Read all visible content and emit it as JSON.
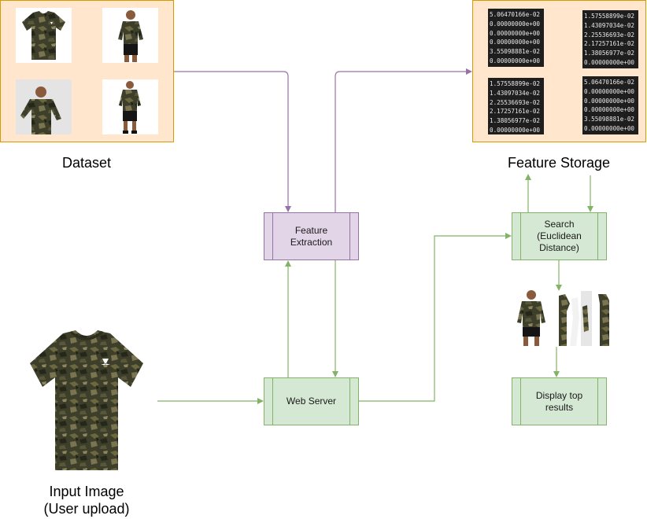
{
  "labels": {
    "dataset": "Dataset",
    "feature_storage": "Feature Storage",
    "input_image": "Input Image\n(User upload)"
  },
  "nodes": {
    "feature_extraction": "Feature\nExtraction",
    "web_server": "Web Server",
    "search": "Search\n(Euclidean\nDistance)",
    "display": "Display top\nresults"
  },
  "feature_matrices": [
    [
      "5.06470166e-02",
      "0.00000000e+00",
      "0.00000000e+00",
      "0.00000000e+00",
      "3.55098881e-02",
      "0.00000000e+00"
    ],
    [
      "1.57558899e-02",
      "1.43097034e-02",
      "2.25536693e-02",
      "2.17257161e-02",
      "1.38056977e-02",
      "0.00000000e+00"
    ],
    [
      "1.57558899e-02",
      "1.43097034e-02",
      "2.25536693e-02",
      "2.17257161e-02",
      "1.38056977e-02",
      "0.00000000e+00"
    ],
    [
      "5.06470166e-02",
      "0.00000000e+00",
      "0.00000000e+00",
      "0.00000000e+00",
      "3.55098881e-02",
      "0.00000000e+00"
    ]
  ],
  "colors": {
    "panel_fill": "#ffe6cc",
    "panel_border": "#d79b00",
    "green_fill": "#d5e8d4",
    "green_border": "#82b366",
    "purple_fill": "#e1d5e7",
    "purple_border": "#9673a6",
    "camo_base": "#3d3f2a"
  },
  "icons": {
    "shirt": "camo-tshirt-icon",
    "model": "person-wearing-camo-shirt-icon"
  }
}
